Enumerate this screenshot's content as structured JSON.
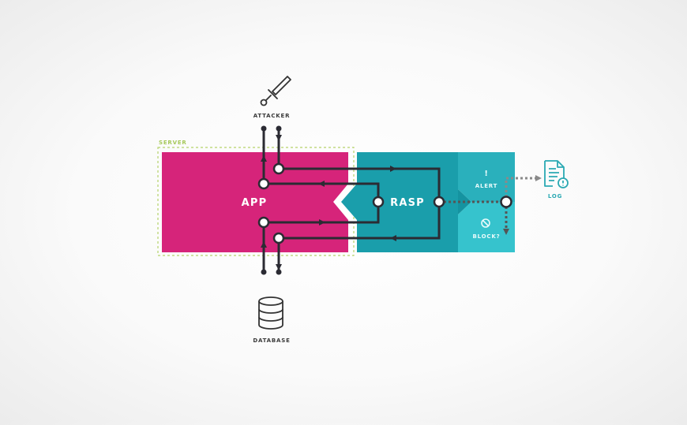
{
  "diagram": {
    "type": "architecture-flow",
    "title": "RASP (Runtime Application Self-Protection) flow",
    "labels": {
      "attacker": "ATTACKER",
      "server": "SERVER",
      "app": "APP",
      "rasp": "RASP",
      "alert": "ALERT",
      "alert_symbol": "!",
      "block": "BLOCK?",
      "log": "LOG",
      "database": "DATABASE"
    },
    "icons": {
      "attacker": "sword-icon",
      "alert": "exclamation-icon",
      "block": "no-entry-icon",
      "log": "document-alert-icon",
      "database": "database-icon"
    },
    "colors": {
      "app": "#d6247a",
      "rasp": "#1a9eab",
      "rasp_inner": "#1593a0",
      "alert_panel": "#2ab0bc",
      "block_panel": "#36c3cd",
      "server_border": "#b5d36a",
      "line": "#2b2b33",
      "log_icon": "#2aa9b3",
      "dotted": "#7a7a7a"
    },
    "nodes": [
      "ATTACKER",
      "APP",
      "RASP",
      "ALERT",
      "BLOCK?",
      "LOG",
      "DATABASE"
    ],
    "edges": [
      {
        "from": "APP",
        "to": "ATTACKER",
        "style": "solid"
      },
      {
        "from": "ATTACKER",
        "to": "APP",
        "style": "solid"
      },
      {
        "from": "APP",
        "to": "RASP",
        "style": "solid"
      },
      {
        "from": "RASP",
        "to": "APP",
        "style": "solid"
      },
      {
        "from": "DATABASE",
        "to": "APP",
        "style": "solid"
      },
      {
        "from": "APP",
        "to": "DATABASE",
        "style": "solid"
      },
      {
        "from": "RASP",
        "to": "ALERT",
        "style": "dotted"
      },
      {
        "from": "ALERT",
        "to": "LOG",
        "style": "dotted"
      },
      {
        "from": "RASP",
        "to": "BLOCK?",
        "style": "dotted"
      }
    ]
  }
}
